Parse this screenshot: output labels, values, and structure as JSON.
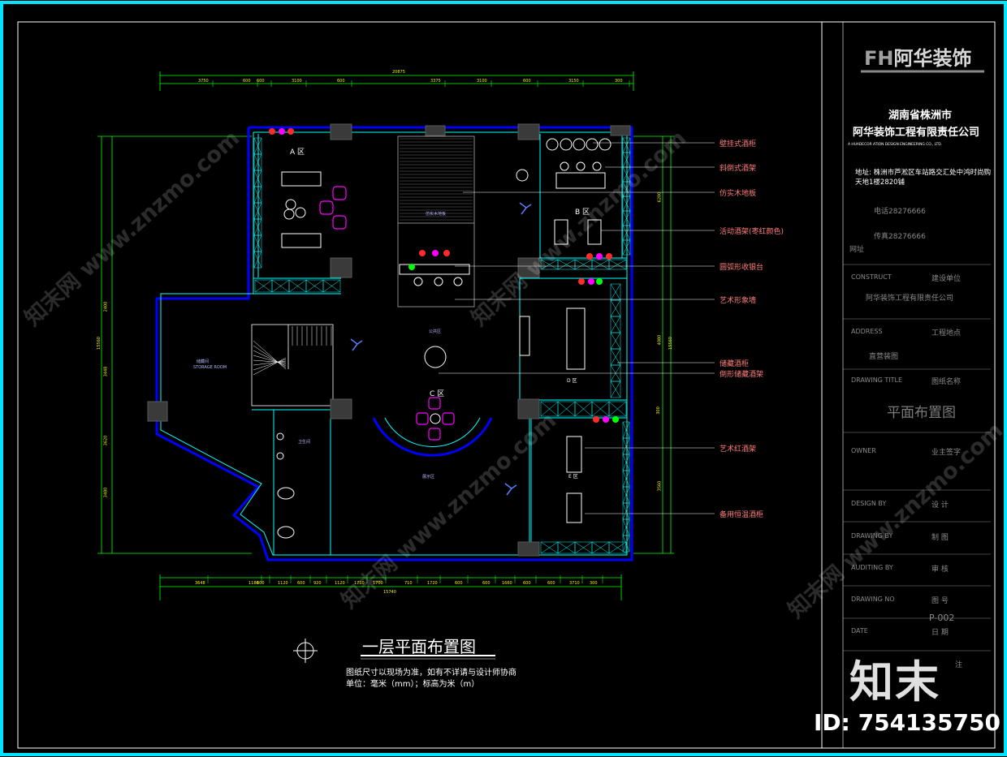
{
  "colors": {
    "frame": "#00e5ff",
    "wall": "#0000ff",
    "cyan": "#00ffff",
    "dimension": "#00ff00",
    "dimension_text": "#f2f200",
    "callout_text": "#ff7d7d",
    "furniture_magenta": "#ff00ff",
    "title_white": "#ffffff",
    "titleblock_grey": "#8a8a8a"
  },
  "title_block": {
    "logo_mark": "FH",
    "logo_text": "阿华装饰",
    "province_city": "湖南省株洲市",
    "company": "阿华装饰工程有限责任公司",
    "company_en": "A HUADECOR ATION DESIGN ENGINEERING CO., LTD.",
    "address_line1": "地址: 株洲市芦淞区车站路交汇处中鸿时尚购",
    "address_line2": "天地1楼2820铺",
    "phone": "电话28276666",
    "fax": "传真28276666",
    "website_label": "网址",
    "construct_label": "CONSTRUCT",
    "construct_cn": "建设单位",
    "construct_value": "阿华装饰工程有限责任公司",
    "address_label": "ADDRESS",
    "address_cn": "工程地点",
    "address_value": "直营装图",
    "drawing_title_label": "DRAWING  TITLE",
    "drawing_title_cn": "图纸名称",
    "drawing_title_value": "平面布置图",
    "owner_label": "OWNER",
    "owner_cn": "业主签字",
    "design_by_label": "DESIGN  BY",
    "design_by_cn": "设  计",
    "drawing_by_label": "DRAWING  BY",
    "drawing_by_cn": "制  图",
    "auditing_by_label": "AUDITING  BY",
    "auditing_by_cn": "审  核",
    "drawing_no_label": "DRAWING  NO",
    "drawing_no_cn": "图  号",
    "drawing_no_value": "P-002",
    "date_label": "DATE",
    "date_cn": "日  期",
    "note_cn": "注"
  },
  "plan": {
    "title": "一层平面布置图",
    "note_line1": "图纸尺寸以现场为准，如有不详请与设计师协商",
    "note_line2": "单位：毫米（mm）；标高为米（m）",
    "zones": {
      "a": "A 区",
      "b": "B 区",
      "c": "C 区",
      "d": "D 区",
      "e": "E 区"
    },
    "rooms": {
      "left_room": "储藏间",
      "left_room_sub": "STORAGE ROOM",
      "wood_floor": "仿实木地板",
      "public_area": "公共区",
      "restroom": "卫生间",
      "showroom": "展示区",
      "d_area_label": "D 区",
      "e_area_label": "E 区"
    },
    "callouts": [
      "壁挂式酒柜",
      "斜倒式酒架",
      "仿实木地板",
      "活动酒架(枣红颜色)",
      "圆弧形收银台",
      "艺术形象墙",
      "储藏酒柜",
      "倒形储藏酒架",
      "艺术红酒架",
      "备用恒温酒柜"
    ],
    "dims_top_total": "20875",
    "dims_top": [
      "3750",
      "600",
      "600",
      "3100",
      "600",
      "3375",
      "3100",
      "600",
      "3150",
      "300"
    ],
    "dims_bottom_total": "15740",
    "dims_bottom": [
      "3648",
      "1180",
      "600",
      "1120",
      "600",
      "920",
      "1120",
      "1710",
      "1700",
      "710",
      "1720",
      "600",
      "600",
      "1660",
      "600",
      "600",
      "3710",
      "300"
    ],
    "dims_left": [
      "15560",
      "2400",
      "3448",
      "3620",
      "3480"
    ],
    "dims_right": [
      "6200",
      "15560",
      "4080",
      "300",
      "3560"
    ]
  },
  "watermark": {
    "site_cn": "知末网",
    "site_url": "www.znzmo.com",
    "brand": "知末",
    "id_label": "ID: 754135750"
  }
}
